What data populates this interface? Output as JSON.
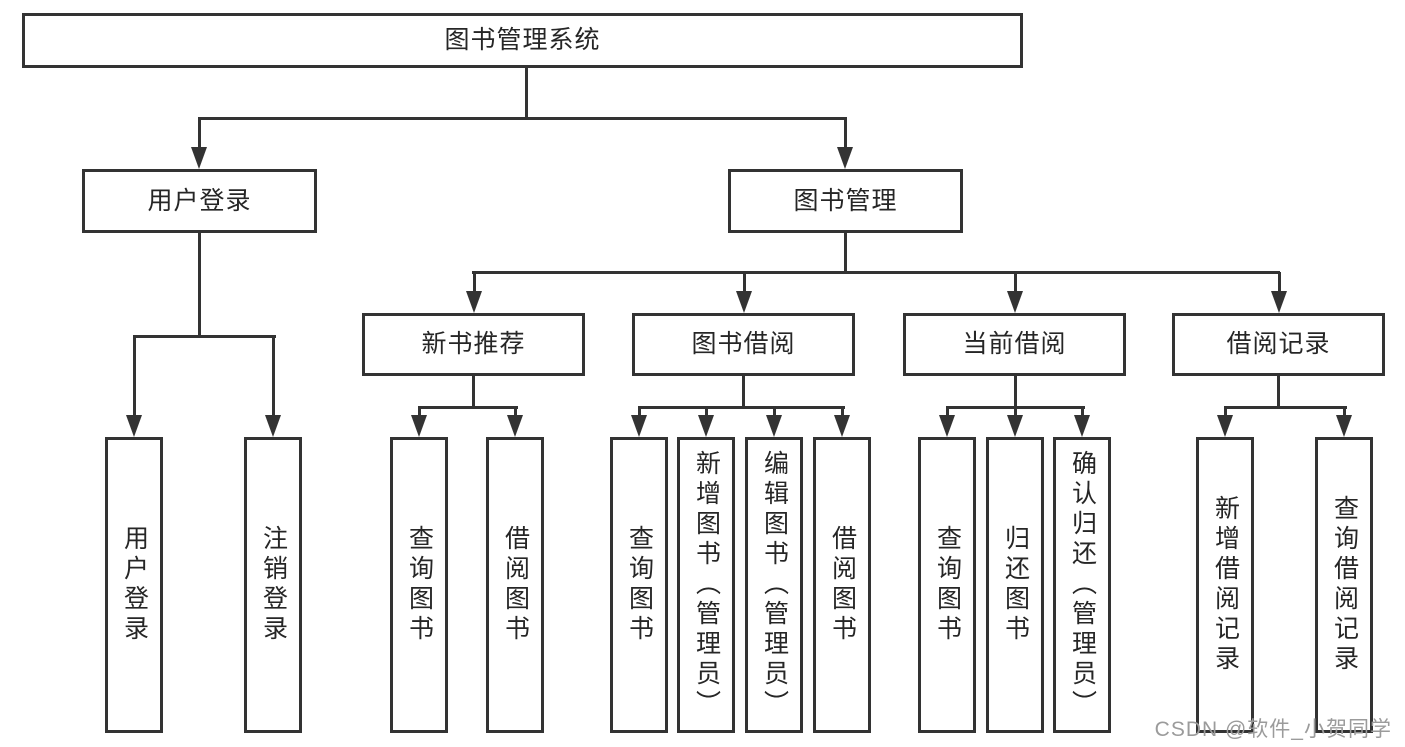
{
  "diagram": {
    "root": {
      "label": "图书管理系统",
      "children": [
        {
          "label": "用户登录",
          "children": [
            {
              "label": "用户登录"
            },
            {
              "label": "注销登录"
            }
          ]
        },
        {
          "label": "图书管理",
          "children": [
            {
              "label": "新书推荐",
              "children": [
                {
                  "label": "查询图书"
                },
                {
                  "label": "借阅图书"
                }
              ]
            },
            {
              "label": "图书借阅",
              "children": [
                {
                  "label": "查询图书"
                },
                {
                  "label": "新增图书（管理员）"
                },
                {
                  "label": "编辑图书（管理员）"
                },
                {
                  "label": "借阅图书"
                }
              ]
            },
            {
              "label": "当前借阅",
              "children": [
                {
                  "label": "查询图书"
                },
                {
                  "label": "归还图书"
                },
                {
                  "label": "确认归还（管理员）"
                }
              ]
            },
            {
              "label": "借阅记录",
              "children": [
                {
                  "label": "新增借阅记录"
                },
                {
                  "label": "查询借阅记录"
                }
              ]
            }
          ]
        }
      ]
    }
  },
  "watermark": {
    "text": "CSDN @软件_小贺同学"
  },
  "colors": {
    "line": "#333333",
    "text": "#262626",
    "background": "#ffffff",
    "watermark": "#9b9b9b"
  }
}
